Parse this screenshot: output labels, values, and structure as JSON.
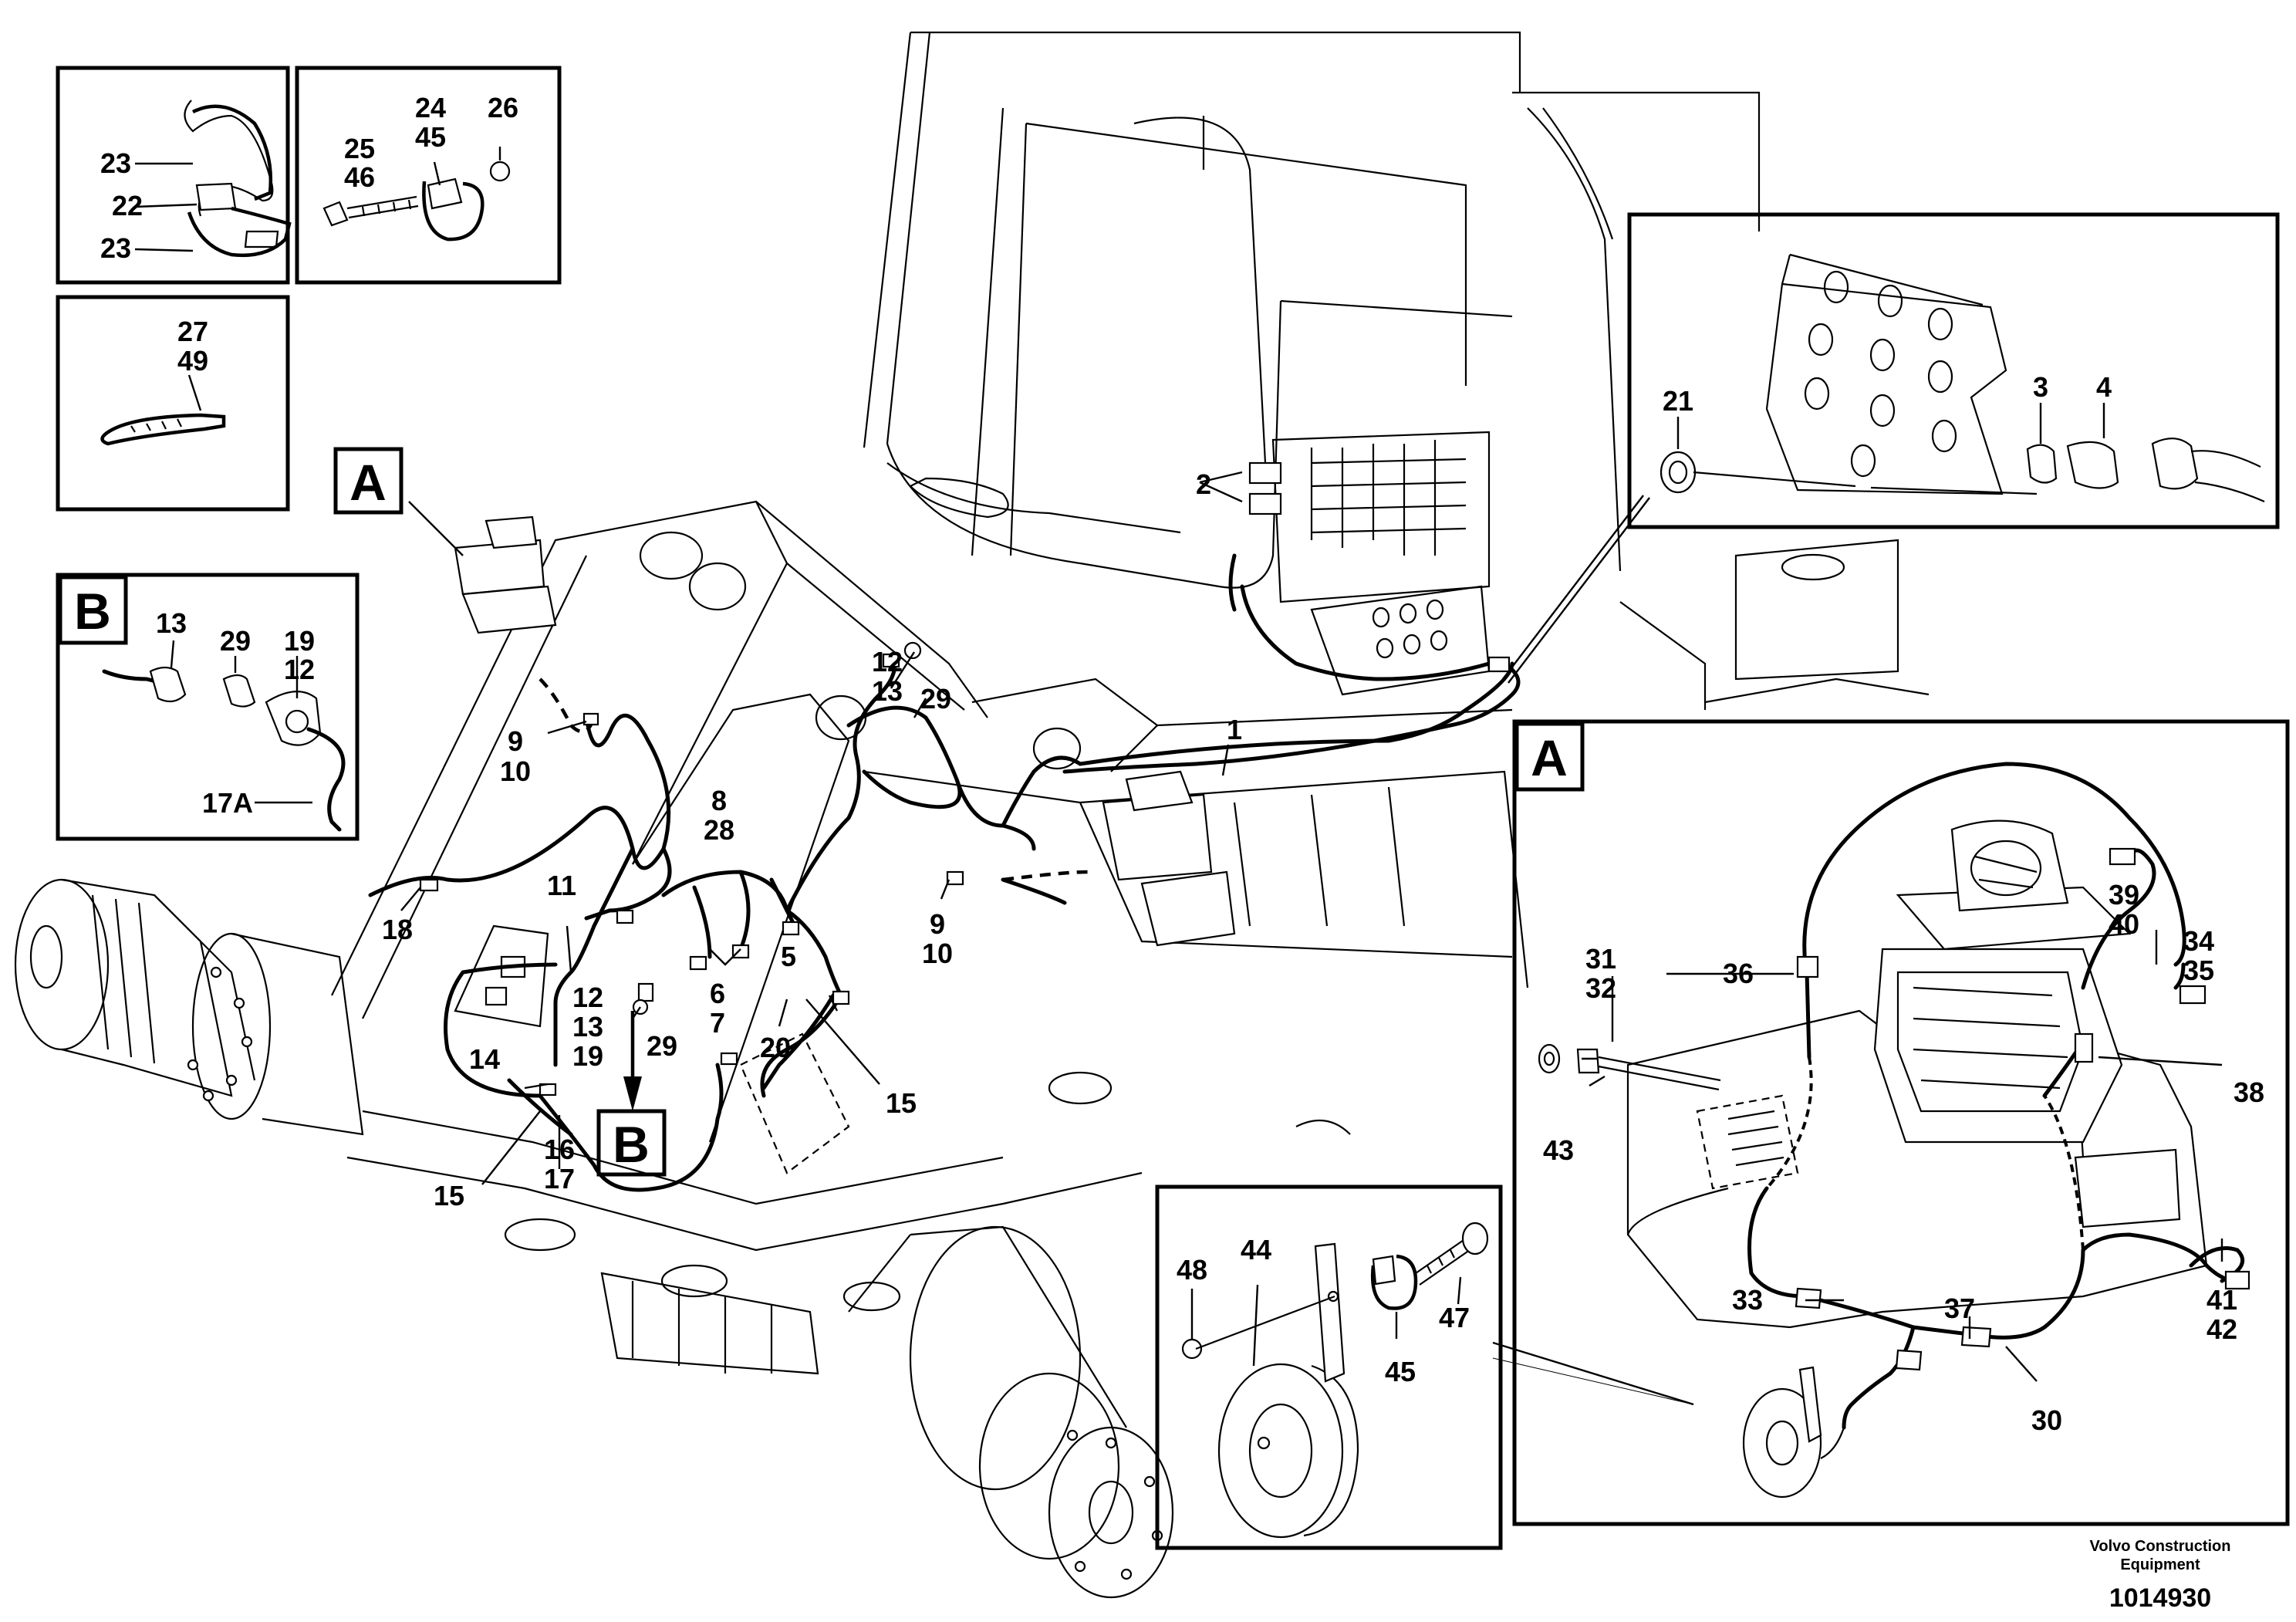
{
  "callouts": {
    "c23a": "23",
    "c22": "22",
    "c23b": "23",
    "c24": "24",
    "c45a": "45",
    "c26": "26",
    "c25": "25",
    "c46": "46",
    "c27": "27",
    "c49": "49",
    "cB13": "13",
    "cB29": "29",
    "cB19": "19",
    "cB12": "12",
    "c17A": "17A",
    "c21": "21",
    "c3": "3",
    "c4": "4",
    "c2": "2",
    "c1": "1",
    "c12a": "12",
    "c13a": "13",
    "c29a": "29",
    "c9a": "9",
    "c10a": "10",
    "c8": "8",
    "c28": "28",
    "c11": "11",
    "c18": "18",
    "c12b": "12",
    "c13b": "13",
    "c19b": "19",
    "c29b": "29",
    "c6": "6",
    "c7": "7",
    "c5": "5",
    "c9b": "9",
    "c10b": "10",
    "c20": "20",
    "c15a": "15",
    "c14": "14",
    "c15b": "15",
    "c16": "16",
    "c17": "17",
    "c48": "48",
    "c44": "44",
    "c47": "47",
    "c45b": "45",
    "c31": "31",
    "c32": "32",
    "c43": "43",
    "c36": "36",
    "c39": "39",
    "c40": "40",
    "c34": "34",
    "c35": "35",
    "c38": "38",
    "c33": "33",
    "c37": "37",
    "c30": "30",
    "c41": "41",
    "c42": "42"
  },
  "view_labels": {
    "A_main": "A",
    "B_main": "B",
    "B_detail": "B",
    "A_detail": "A"
  },
  "footer": {
    "maker_line1": "Volvo Construction",
    "maker_line2": "Equipment",
    "doc_number": "1014930"
  }
}
